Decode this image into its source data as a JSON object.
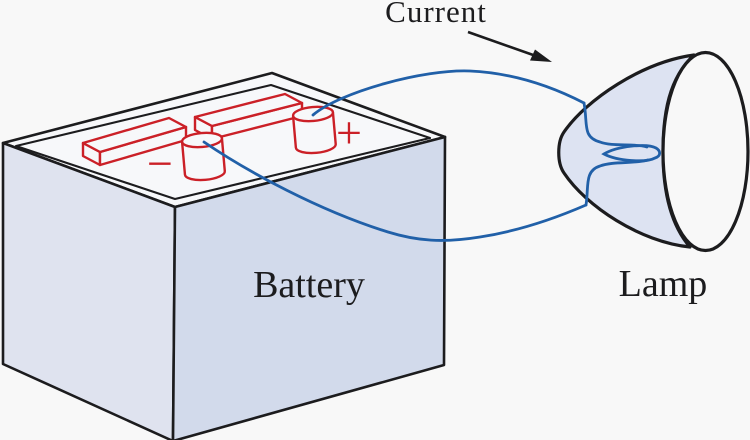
{
  "figure": {
    "type": "physics-circuit-illustration",
    "labels": {
      "current": "Current",
      "battery": "Battery",
      "lamp": "Lamp",
      "plus": "+",
      "minus": "−"
    },
    "colors": {
      "background": "#f8f8f8",
      "outline": "#1c1c1e",
      "wire_blue": "#2160a8",
      "terminal_red": "#cb2027",
      "battery_left_face": "#dfe3ef",
      "battery_front_face": "#d2daeb",
      "battery_top_face": "#f7f8fa",
      "lamp_fill": "#dde3f2"
    }
  }
}
